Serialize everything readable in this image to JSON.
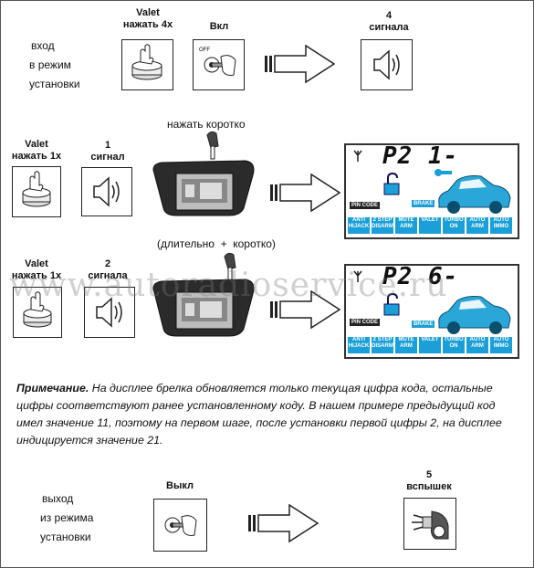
{
  "row1": {
    "enter_mode_text": [
      "вход",
      "в режим",
      "установки"
    ],
    "valet_label": [
      "Valet",
      "нажать 4х"
    ],
    "on_label": "Вкл",
    "signals_label": [
      "4",
      "сигнала"
    ]
  },
  "row2": {
    "press_short_label": "нажать коротко",
    "valet_label": [
      "Valet",
      "нажать 1х"
    ],
    "signal_label": [
      "1",
      "сигнал"
    ],
    "lcd_digits": "P2 1-",
    "pin_code": "PIN CODE",
    "brake": "BRAKE",
    "buttons": [
      "ANTI HIJACK",
      "2 STEP DISARM",
      "MUTE ARM",
      "VALET",
      "TURBO ON",
      "AUTO ARM",
      "AUTO IMMO"
    ]
  },
  "row3": {
    "press_long_short_label": "(длительно  +  коротко)",
    "valet_label": [
      "Valet",
      "нажать 1х"
    ],
    "signal_label": [
      "2",
      "сигнала"
    ],
    "lcd_digits": "P2 6-",
    "pin_code": "PIN CODE",
    "brake": "BRAKE",
    "buttons": [
      "ANTI HIJACK",
      "2 STEP DISARM",
      "MUTE ARM",
      "VALET",
      "TURBO ON",
      "AUTO ARM",
      "AUTO IMMO"
    ]
  },
  "watermark": "www.autoradioservice.ru",
  "note": {
    "title": "Примечание.",
    "text": " На дисплее брелка обновляется только текущая цифра кода, остальные цифры соответствуют ранее установленному коду. В нашем примере предыдущий код имел значение 11, поэтому на первом шаге, после установки первой цифры 2,  на дисплее индицируется значение 21."
  },
  "row4": {
    "exit_mode_text": [
      "выход",
      "из режима",
      "установки"
    ],
    "off_label": "Выкл",
    "flashes_label": [
      "5",
      "вспышек"
    ]
  },
  "colors": {
    "lcd_blue": "#1a9fd8",
    "car_blue": "#2aa7d8"
  }
}
